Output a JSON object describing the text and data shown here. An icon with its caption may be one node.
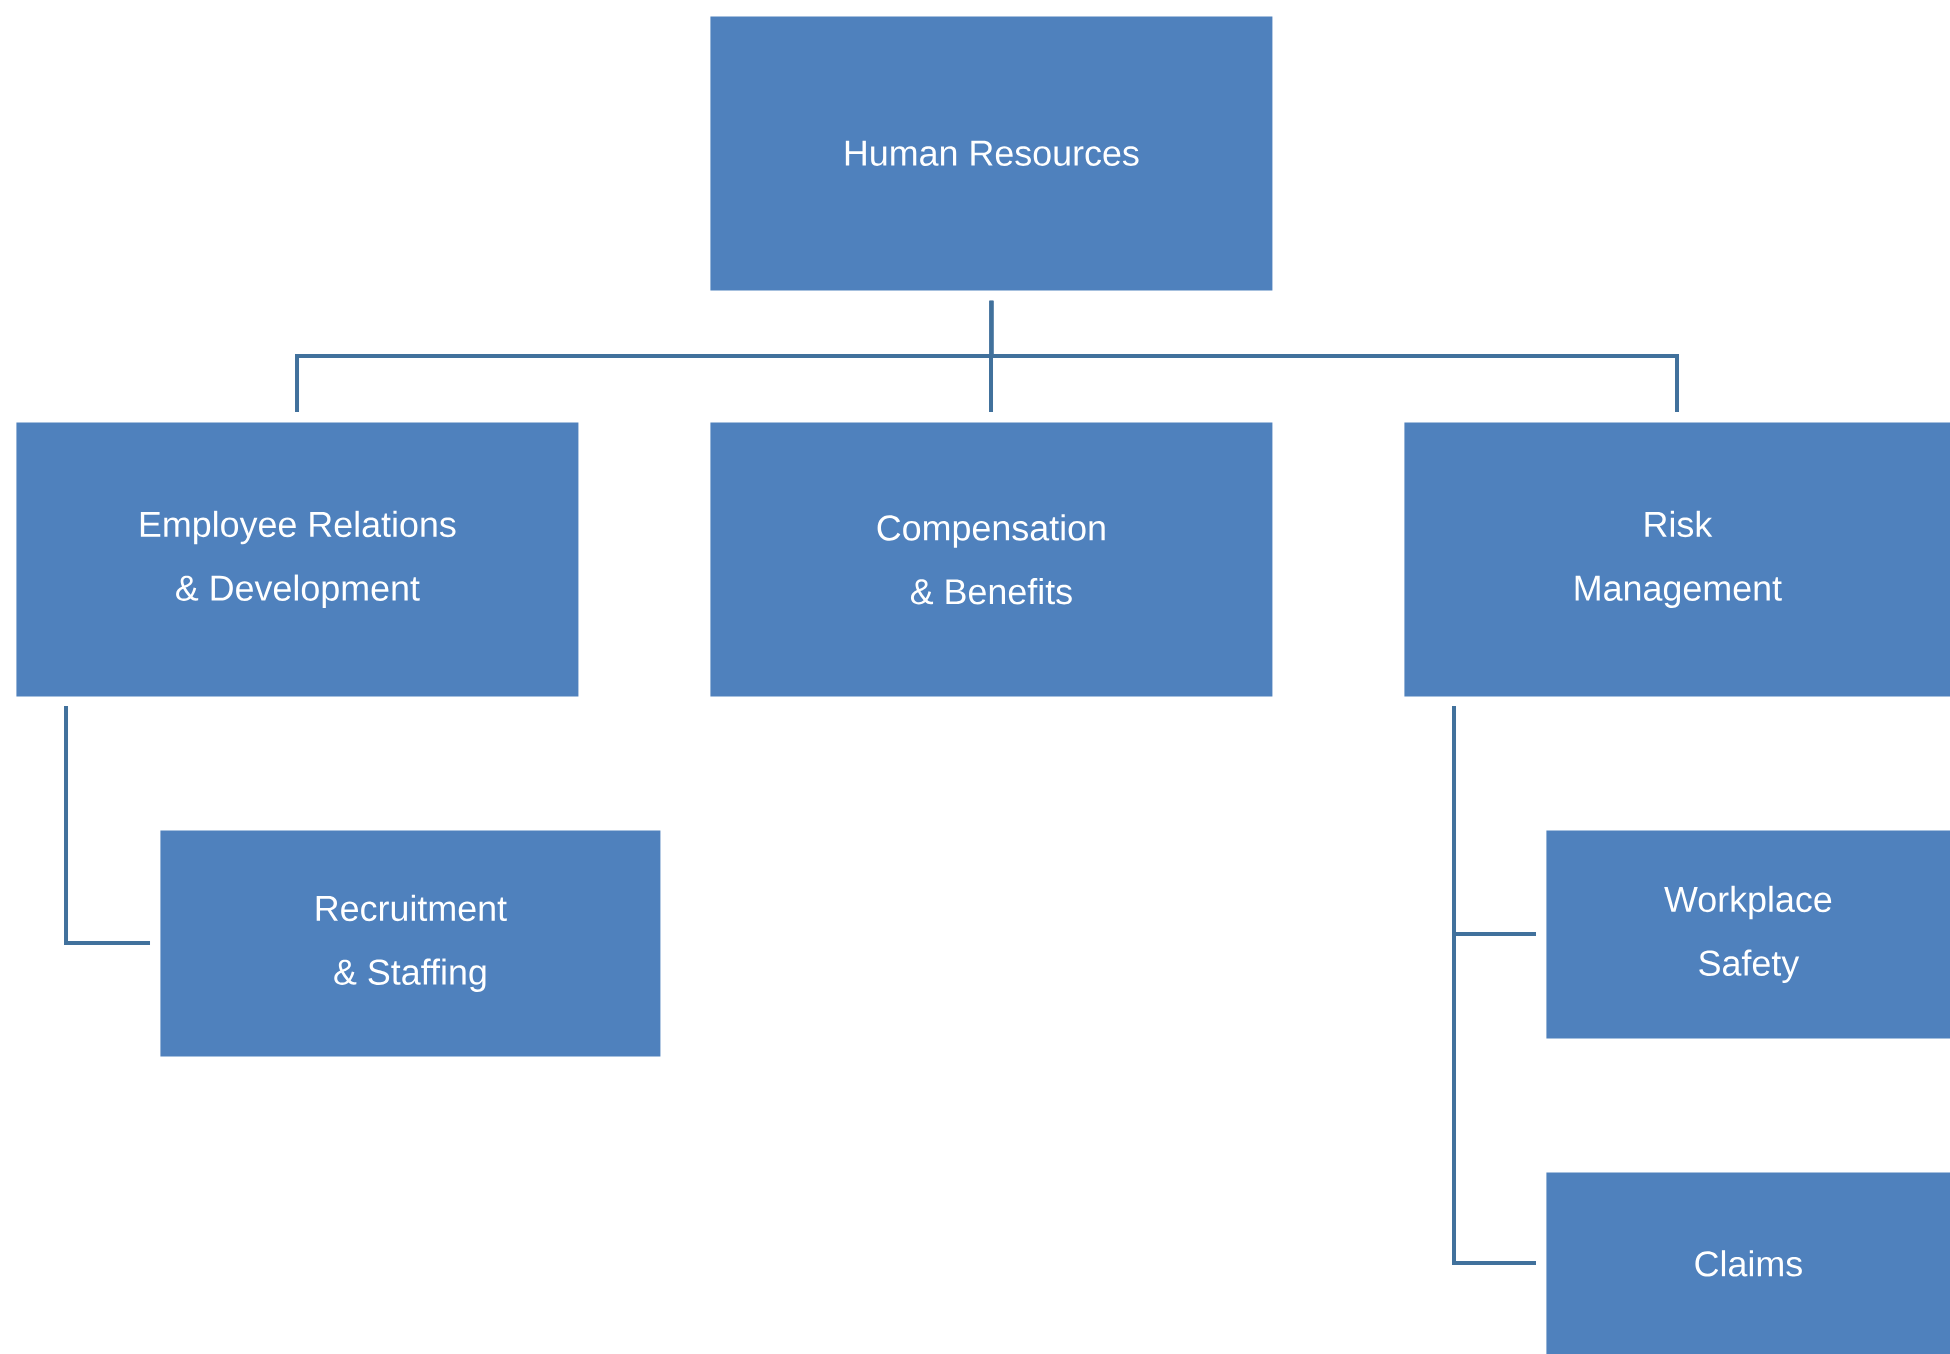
{
  "diagram": {
    "nodes": [
      {
        "text": [
          "Human Resources"
        ]
      },
      {
        "text": [
          "Employee Relations & Development"
        ]
      },
      {
        "text": [
          "Compensation & Benefits"
        ]
      },
      {
        "text": [
          "Risk Management"
        ]
      },
      {
        "text": [
          "Recruitment & Staffing"
        ]
      },
      {
        "text": [
          "Workplace Safety"
        ]
      },
      {
        "text": [
          "Claims"
        ]
      }
    ],
    "edges": [
      {
        "from": 0,
        "to": 1,
        "arrow": "none"
      },
      {
        "from": 0,
        "to": 2,
        "arrow": "none"
      },
      {
        "from": 0,
        "to": 3,
        "arrow": "none"
      },
      {
        "from": 1,
        "to": 4,
        "arrow": "none"
      },
      {
        "from": 3,
        "to": 5,
        "arrow": "none"
      },
      {
        "from": 3,
        "to": 6,
        "arrow": "none"
      }
    ]
  }
}
